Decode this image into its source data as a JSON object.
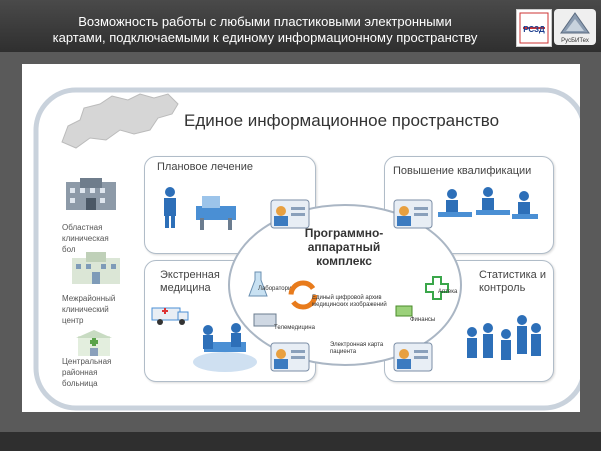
{
  "header": {
    "title_line1": "Возможность работы с любыми пластиковыми электронными",
    "title_line2": "картами, подключаемыми к единому информационному пространству",
    "logo_rzd_text": "РСЗД",
    "logo_rub_text": "РусБИТех"
  },
  "diagram": {
    "main_title": "Единое информационное пространство",
    "center_title": "Программно-аппаратный комплекс",
    "panels": {
      "planned": "Плановое лечение",
      "qualification": "Повышение квалификации",
      "emergency": "Экстренная медицина",
      "statistics": "Статистика и контроль"
    },
    "side": {
      "regional": "Областная клиническая бол",
      "interdistrict": "Межрайонный клинический центр",
      "central": "Центральная районная больница"
    },
    "center_items": {
      "lab": "Лаборатория",
      "archive": "Единый цифровой архив медицинских изображений",
      "pharmacy": "Аптека",
      "finance": "Финансы",
      "telemedicine": "Телемедицина",
      "ecard": "Электронная карта пациента"
    }
  }
}
